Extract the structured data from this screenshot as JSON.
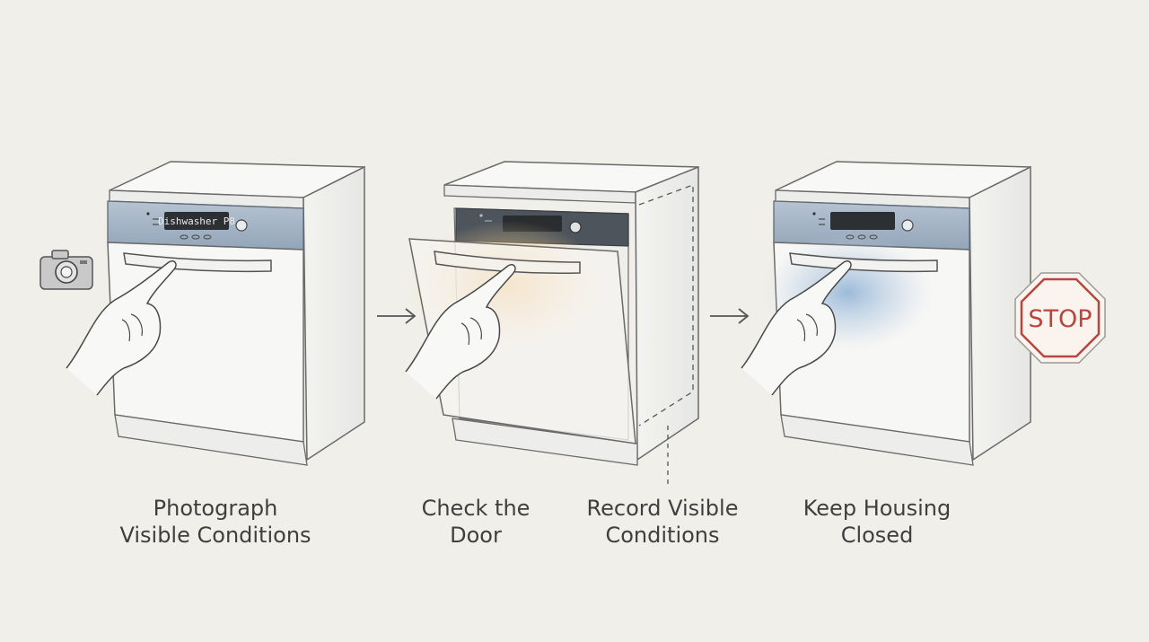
{
  "steps": [
    {
      "line1": "Photograph",
      "line2": "Visible Conditions"
    },
    {
      "line1": "Check the",
      "line2": "Door"
    },
    {
      "line1": "Record Visible",
      "line2": "Conditions"
    },
    {
      "line1": "Keep Housing",
      "line2": "Closed"
    }
  ],
  "appliance_display_label": "Dishwasher P8",
  "stop_sign_label": "STOP",
  "icons": [
    "camera-icon",
    "right-arrow-icon",
    "stop-sign-icon"
  ],
  "colors": {
    "background": "#f1efe9",
    "control_panel": "#9fb0c3",
    "door_highlight": "#f0b04a",
    "cool_highlight": "#8fb3d6",
    "stop_sign": "#b8463e"
  }
}
